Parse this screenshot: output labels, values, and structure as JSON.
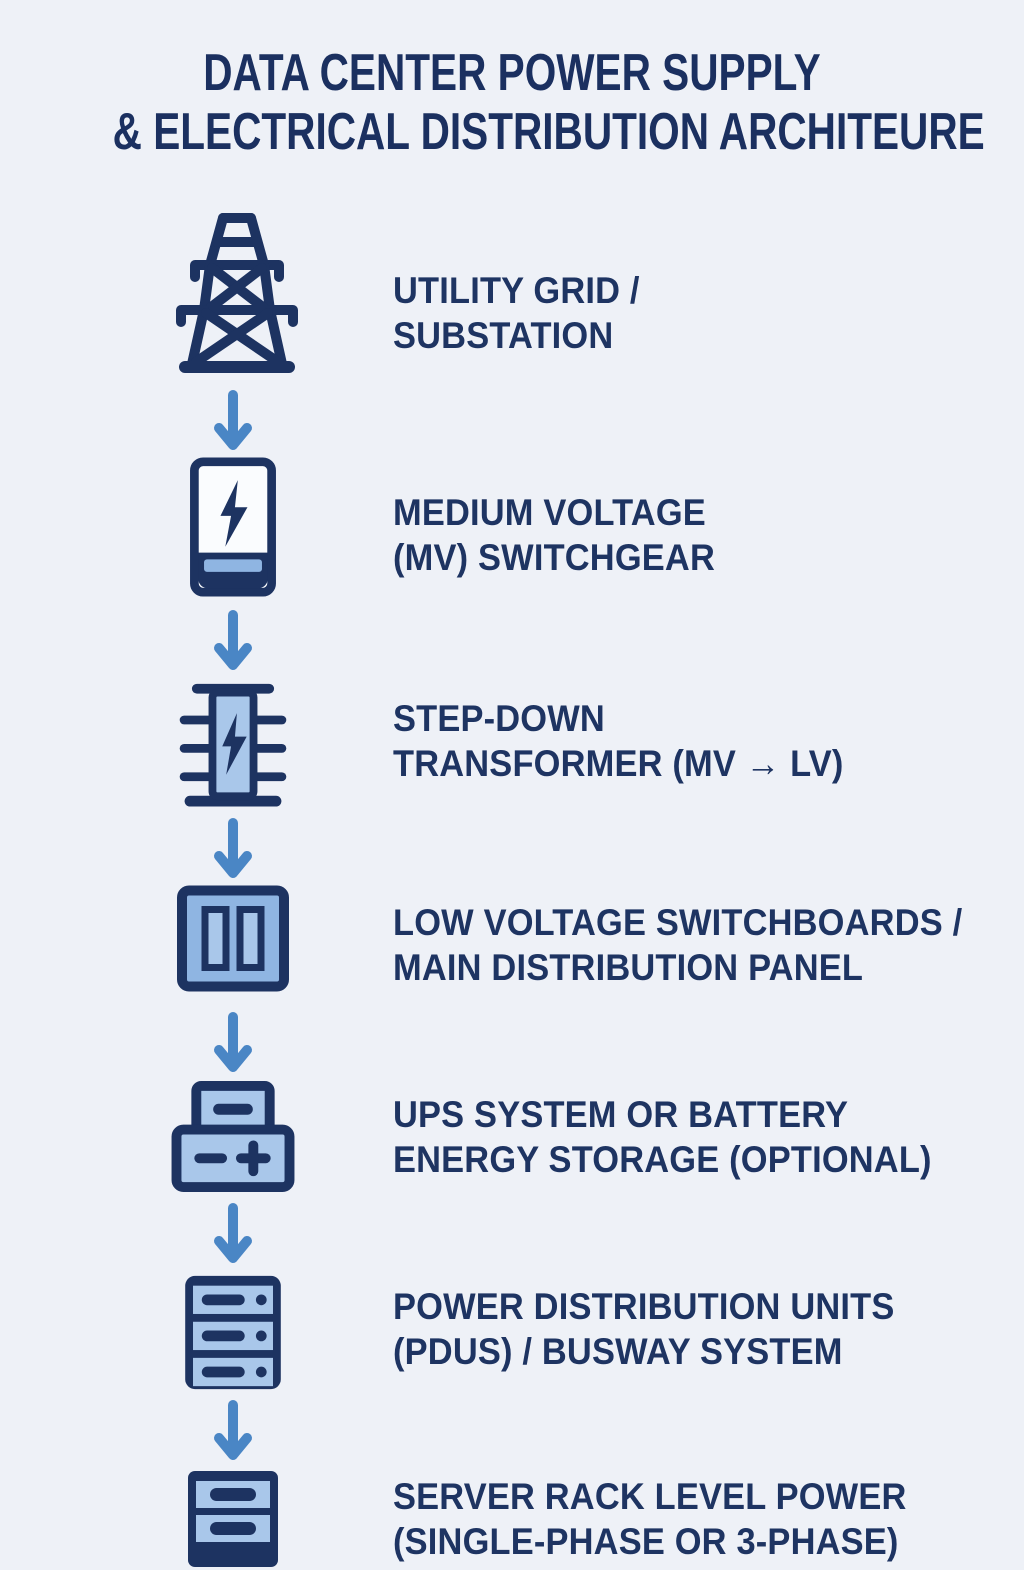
{
  "page": {
    "title_line1": "DATA CENTER POWER SUPPLY",
    "title_line2": "& ELECTRICAL DISTRIBUTION ARCHITEURE"
  },
  "colors": {
    "background": "#eef1f7",
    "navy": "#1d3361",
    "light_blue": "#a9c7ea",
    "mid_blue": "#8fb5e2",
    "arrow_blue": "#4a86c5",
    "cabinet_white": "#fafcfe"
  },
  "flow": {
    "arrow_icon": "down-arrow-icon",
    "steps": [
      {
        "icon": "transmission-tower-icon",
        "label_line1": "UTILITY GRID /",
        "label_line2": "SUBSTATION"
      },
      {
        "icon": "mv-switchgear-icon",
        "label_line1": "MEDIUM VOLTAGE",
        "label_line2": "(MV) SWITCHGEAR"
      },
      {
        "icon": "step-down-transformer-icon",
        "label_line1": "STEP-DOWN",
        "label_line2": "TRANSFORMER (MV → LV)"
      },
      {
        "icon": "lv-switchboard-icon",
        "label_line1": "LOW VOLTAGE SWITCHBOARDS /",
        "label_line2": "MAIN DISTRIBUTION PANEL"
      },
      {
        "icon": "ups-battery-icon",
        "label_line1": "UPS SYSTEM OR BATTERY",
        "label_line2": "ENERGY STORAGE (OPTIONAL)"
      },
      {
        "icon": "pdu-server-stack-icon",
        "label_line1": "POWER DISTRIBUTION UNITS",
        "label_line2": "(PDUS) / BUSWAY SYSTEM"
      },
      {
        "icon": "server-rack-icon",
        "label_line1": "SERVER RACK LEVEL POWER",
        "label_line2": "(SINGLE-PHASE OR 3-PHASE)"
      }
    ]
  }
}
